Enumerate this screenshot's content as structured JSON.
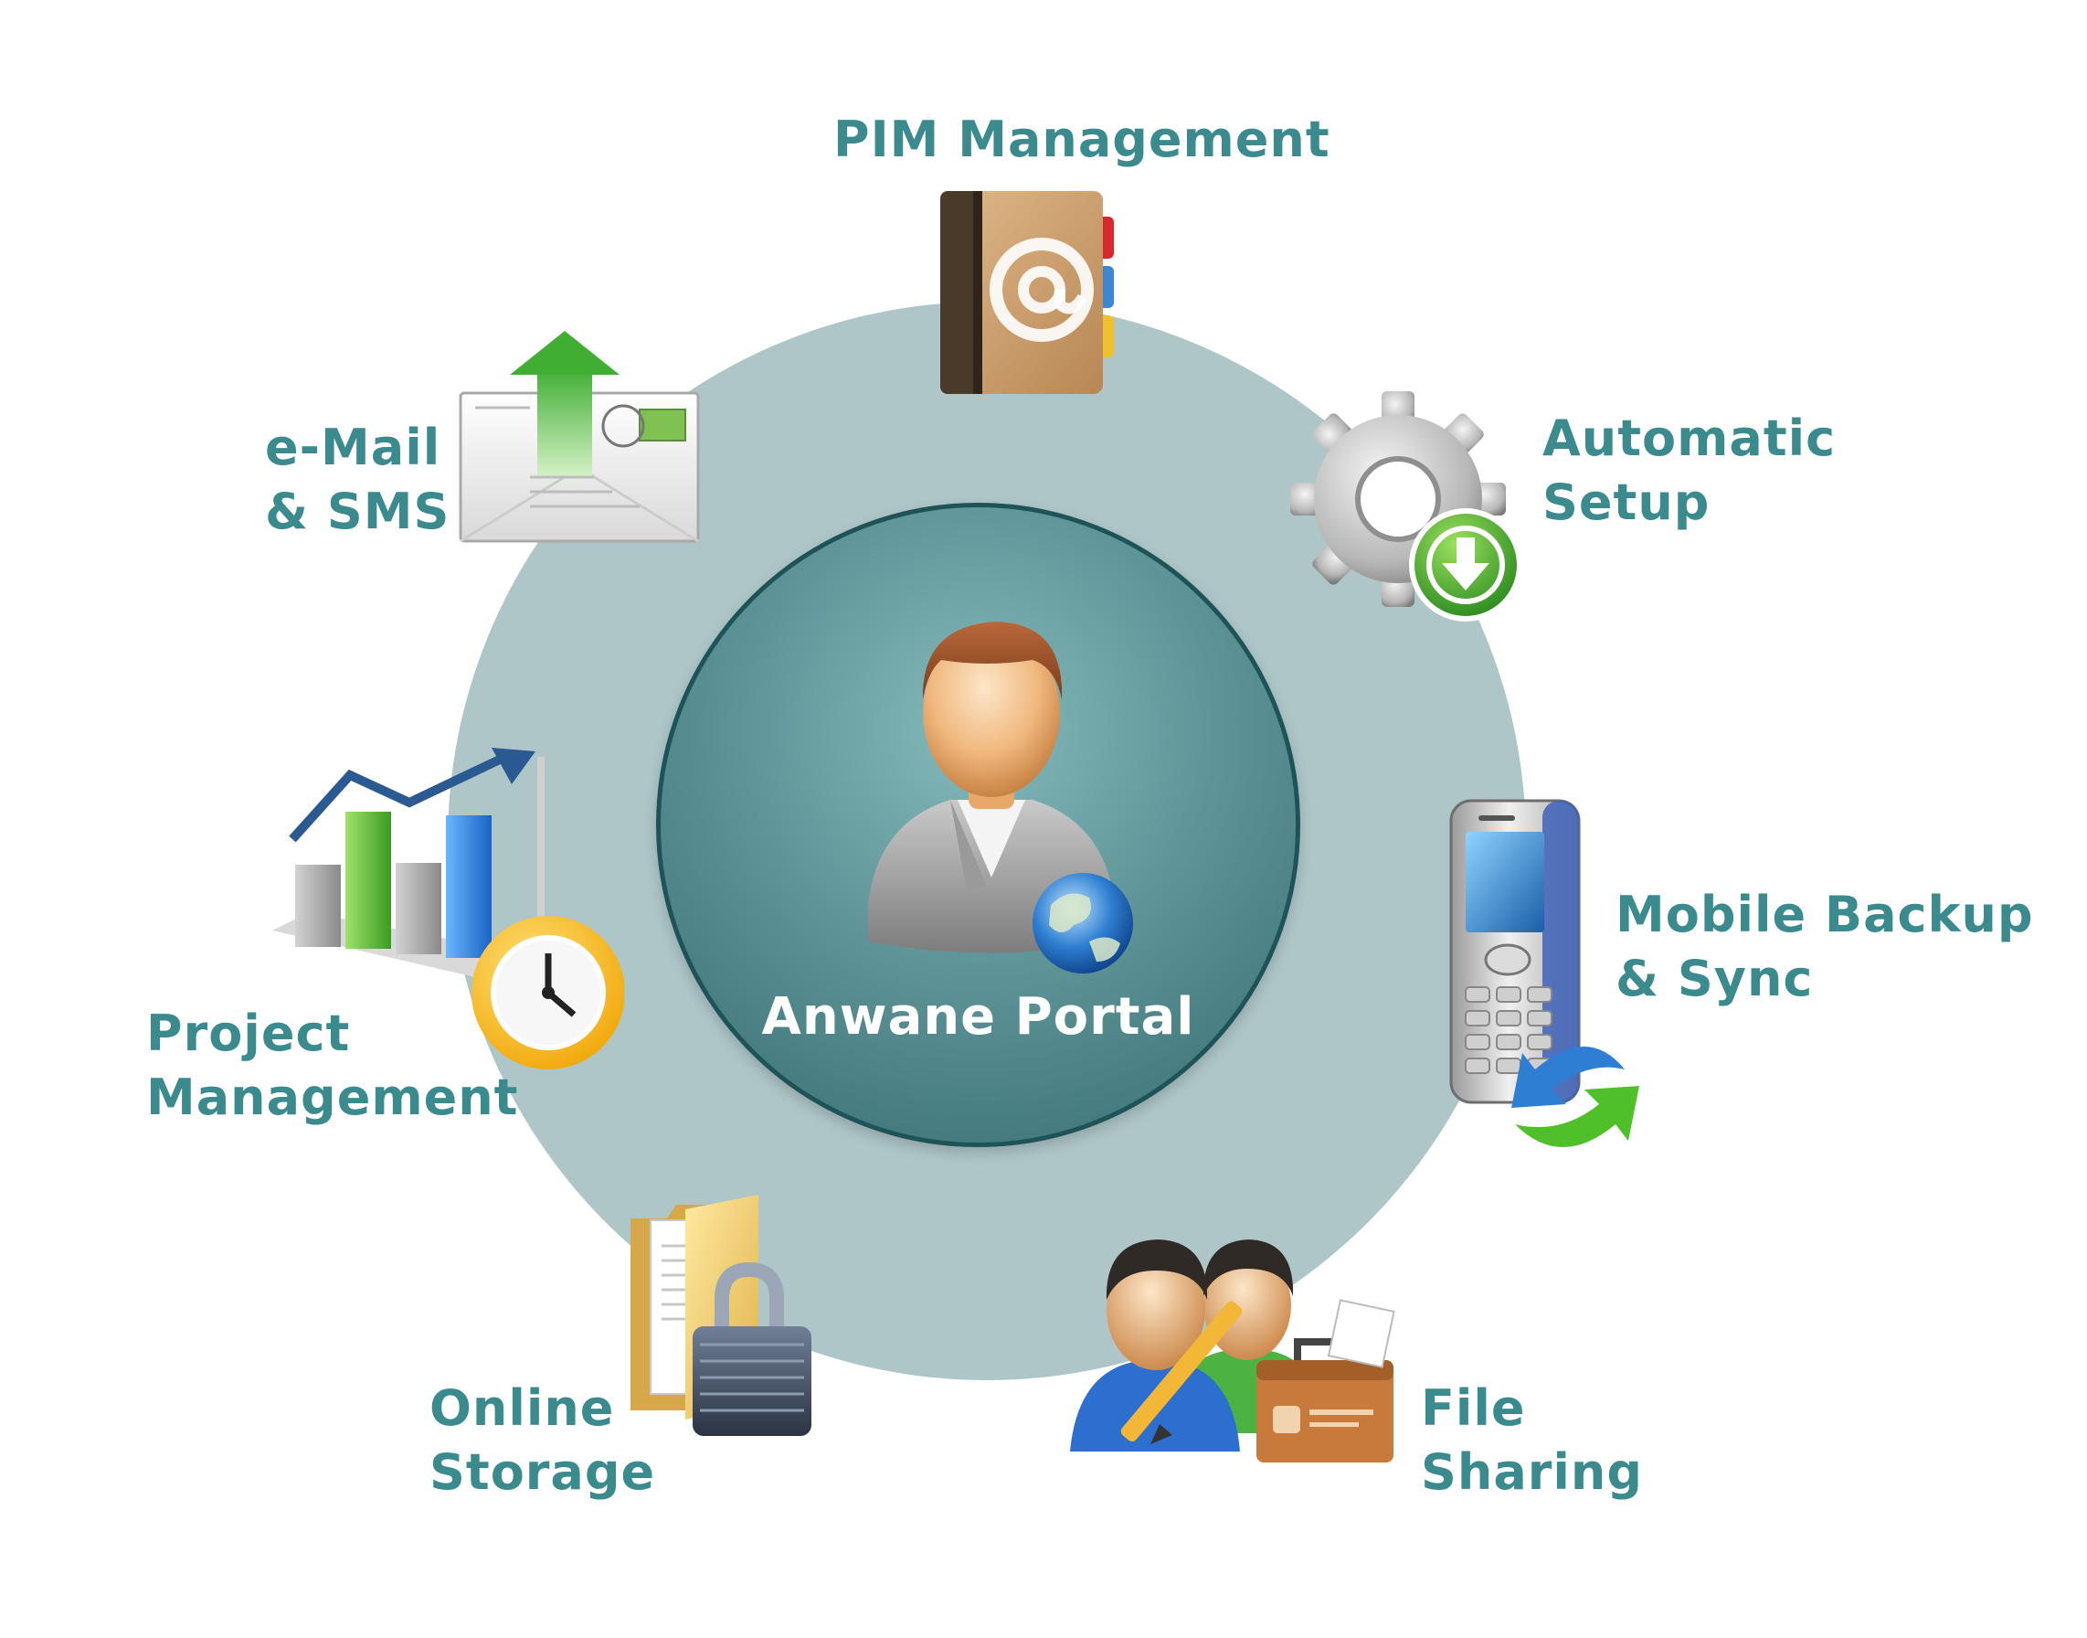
{
  "center": {
    "title": "Anwane Portal"
  },
  "features": {
    "pim": {
      "label": "PIM Management"
    },
    "setup": {
      "line1": "Automatic",
      "line2": "Setup"
    },
    "mobile": {
      "line1": "Mobile Backup",
      "line2": "& Sync"
    },
    "file_sharing": {
      "line1": "File",
      "line2": "Sharing"
    },
    "storage": {
      "line1": "Online",
      "line2": "Storage"
    },
    "project": {
      "line1": "Project",
      "line2": "Management"
    },
    "email": {
      "line1": "e-Mail",
      "line2": "& SMS"
    }
  },
  "colors": {
    "label": "#3a8a8e",
    "ring": "#aec6c8",
    "core": "#5f9598",
    "core_border": "#1e5458"
  },
  "icons": {
    "center": "user-globe-icon",
    "pim": "address-book-icon",
    "setup": "gear-download-icon",
    "mobile": "mobile-phone-sync-icon",
    "file_sharing": "users-share-icon",
    "storage": "locked-folder-icon",
    "project": "chart-clock-icon",
    "email": "envelope-upload-icon"
  }
}
